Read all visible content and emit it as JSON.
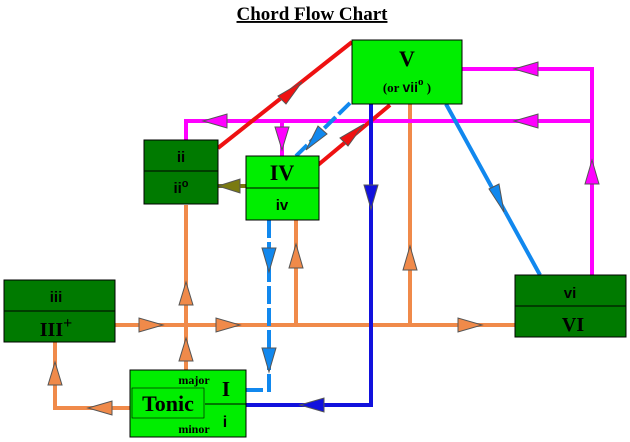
{
  "title": "Chord Flow Chart",
  "colors": {
    "dark_box": "#007a00",
    "light_box": "#00ee00",
    "orange": "#f08a4a",
    "magenta": "#ff00ff",
    "red": "#ee1111",
    "light_blue": "#1188ee",
    "dark_blue": "#1111dd",
    "olive": "#7a7a10"
  },
  "nodes": {
    "v": {
      "main": "V",
      "sub_prefix": "(or ",
      "sub_roman": "vii",
      "sub_mark": "o",
      "sub_suffix": ")"
    },
    "ii": {
      "top": "ii",
      "bottom": "ii",
      "bottom_mark": "o"
    },
    "iv": {
      "top": "IV",
      "bottom": "iv"
    },
    "iii": {
      "top": "iii",
      "bottom": "III",
      "bottom_mark": "+"
    },
    "vi": {
      "top": "vi",
      "bottom": "VI"
    },
    "tonic": {
      "label": "Tonic",
      "major_label": "major",
      "major_chord": "I",
      "minor_label": "minor",
      "minor_chord": "i"
    }
  }
}
